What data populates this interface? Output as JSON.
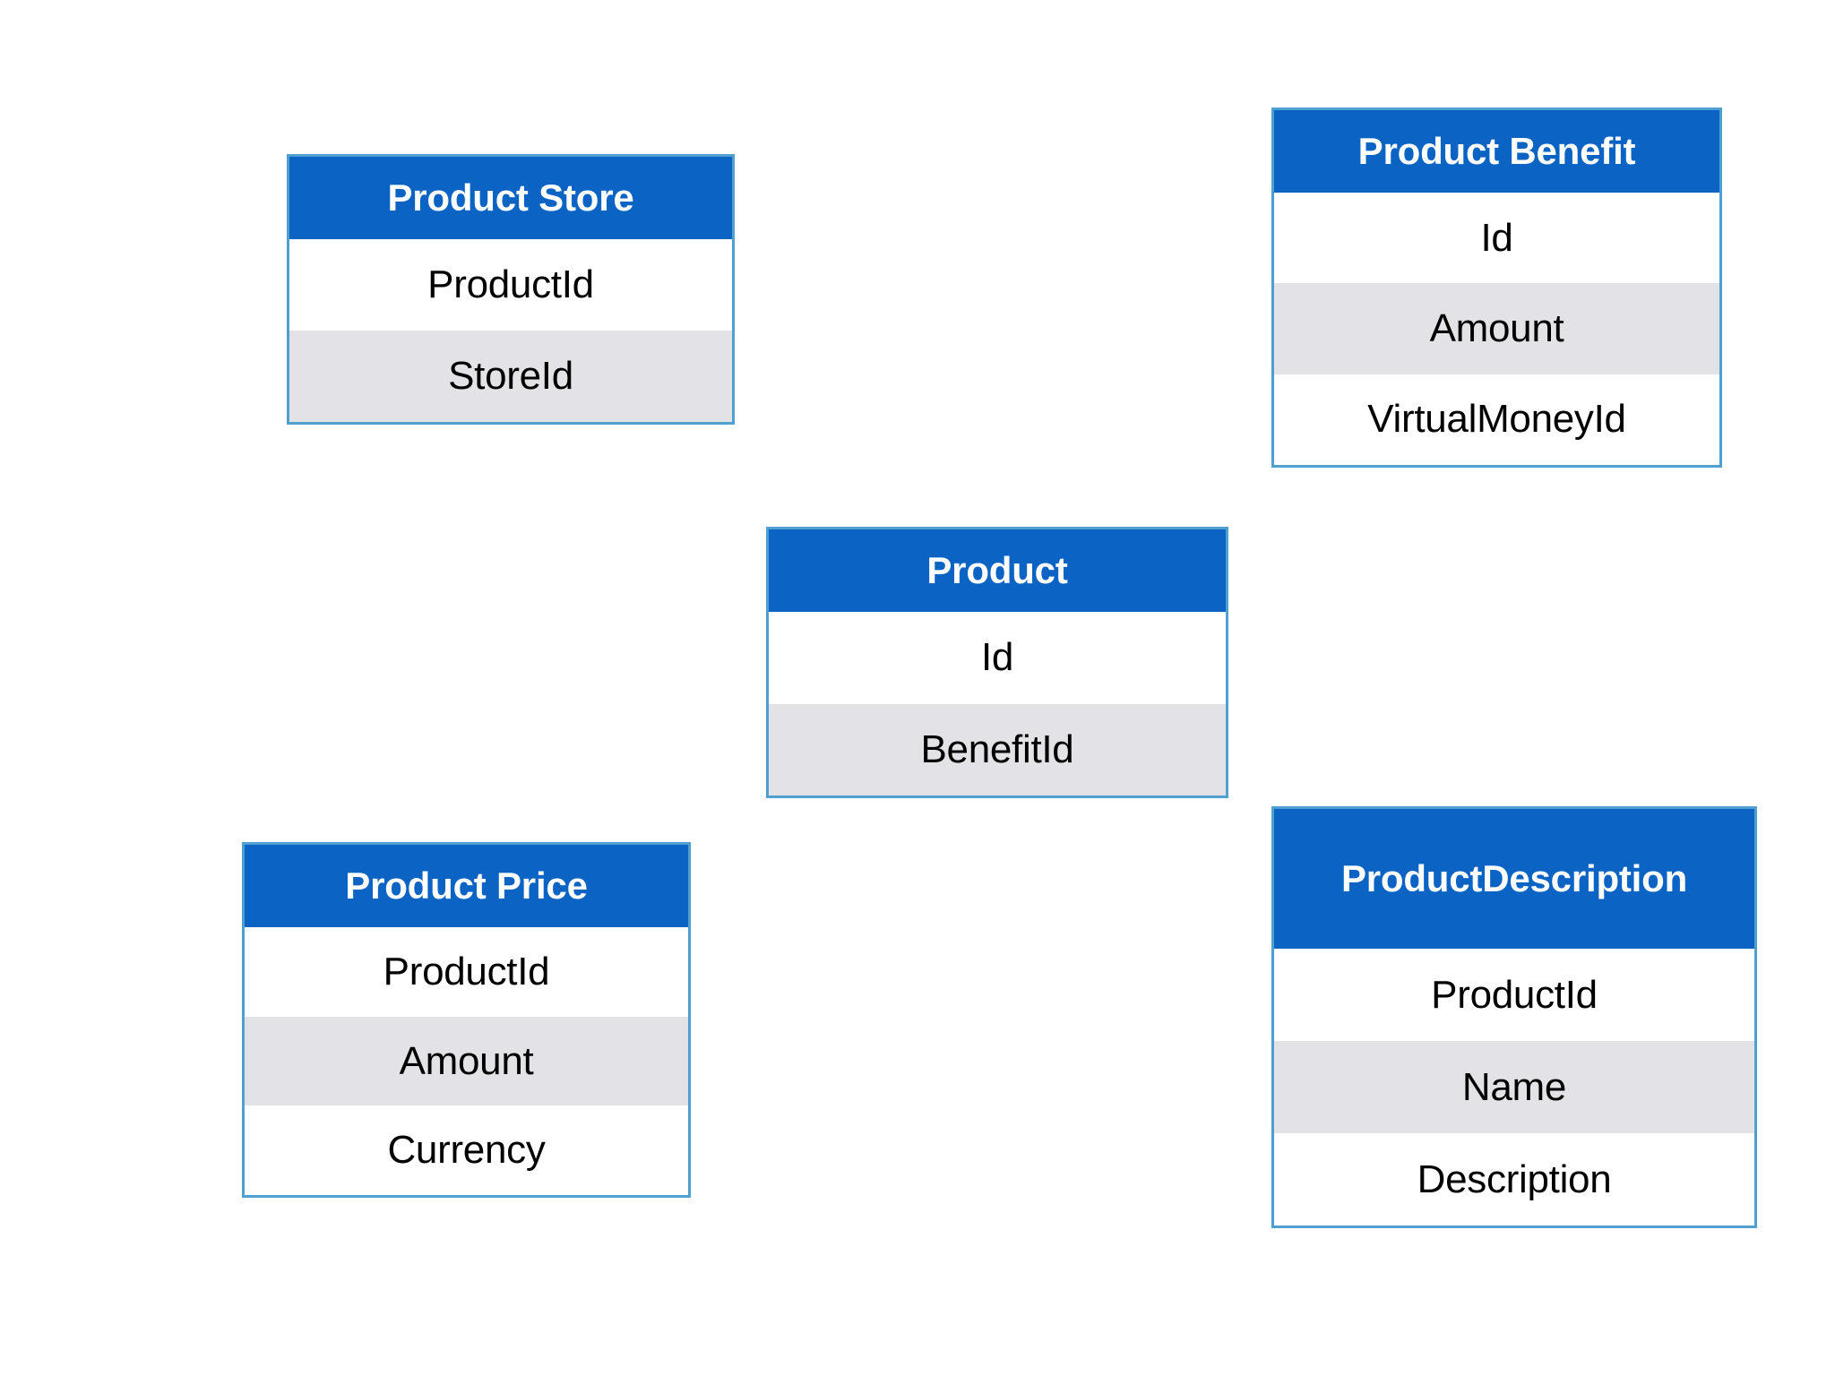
{
  "diagram": {
    "type": "entity-relationship-table-diagram",
    "background_color": "#ffffff",
    "palette": {
      "header_background": "#0b63c4",
      "header_text": "#ffffff",
      "row_white": "#ffffff",
      "row_gray": "#e3e3e7",
      "border": "#4f9fd0",
      "row_text": "#000000"
    },
    "tables": [
      {
        "id": "product-store",
        "title": "Product Store",
        "title_lines": [
          "Product Store"
        ],
        "rows": [
          {
            "label": "ProductId",
            "shade": "white"
          },
          {
            "label": "StoreId",
            "shade": "gray"
          }
        ]
      },
      {
        "id": "product-benefit",
        "title": "Product Benefit",
        "title_lines": [
          "Product Benefit"
        ],
        "rows": [
          {
            "label": "Id",
            "shade": "white"
          },
          {
            "label": "Amount",
            "shade": "gray"
          },
          {
            "label": "VirtualMoneyId",
            "shade": "white"
          }
        ]
      },
      {
        "id": "product",
        "title": "Product",
        "title_lines": [
          "Product"
        ],
        "rows": [
          {
            "label": "Id",
            "shade": "white"
          },
          {
            "label": "BenefitId",
            "shade": "gray"
          }
        ]
      },
      {
        "id": "product-price",
        "title": "Product Price",
        "title_lines": [
          "Product Price"
        ],
        "rows": [
          {
            "label": "ProductId",
            "shade": "white"
          },
          {
            "label": "Amount",
            "shade": "gray"
          },
          {
            "label": "Currency",
            "shade": "white"
          }
        ]
      },
      {
        "id": "product-description",
        "title": "Product Description",
        "title_lines": [
          "Product",
          "Description"
        ],
        "rows": [
          {
            "label": "ProductId",
            "shade": "white"
          },
          {
            "label": "Name",
            "shade": "gray"
          },
          {
            "label": "Description",
            "shade": "white"
          }
        ]
      }
    ]
  }
}
